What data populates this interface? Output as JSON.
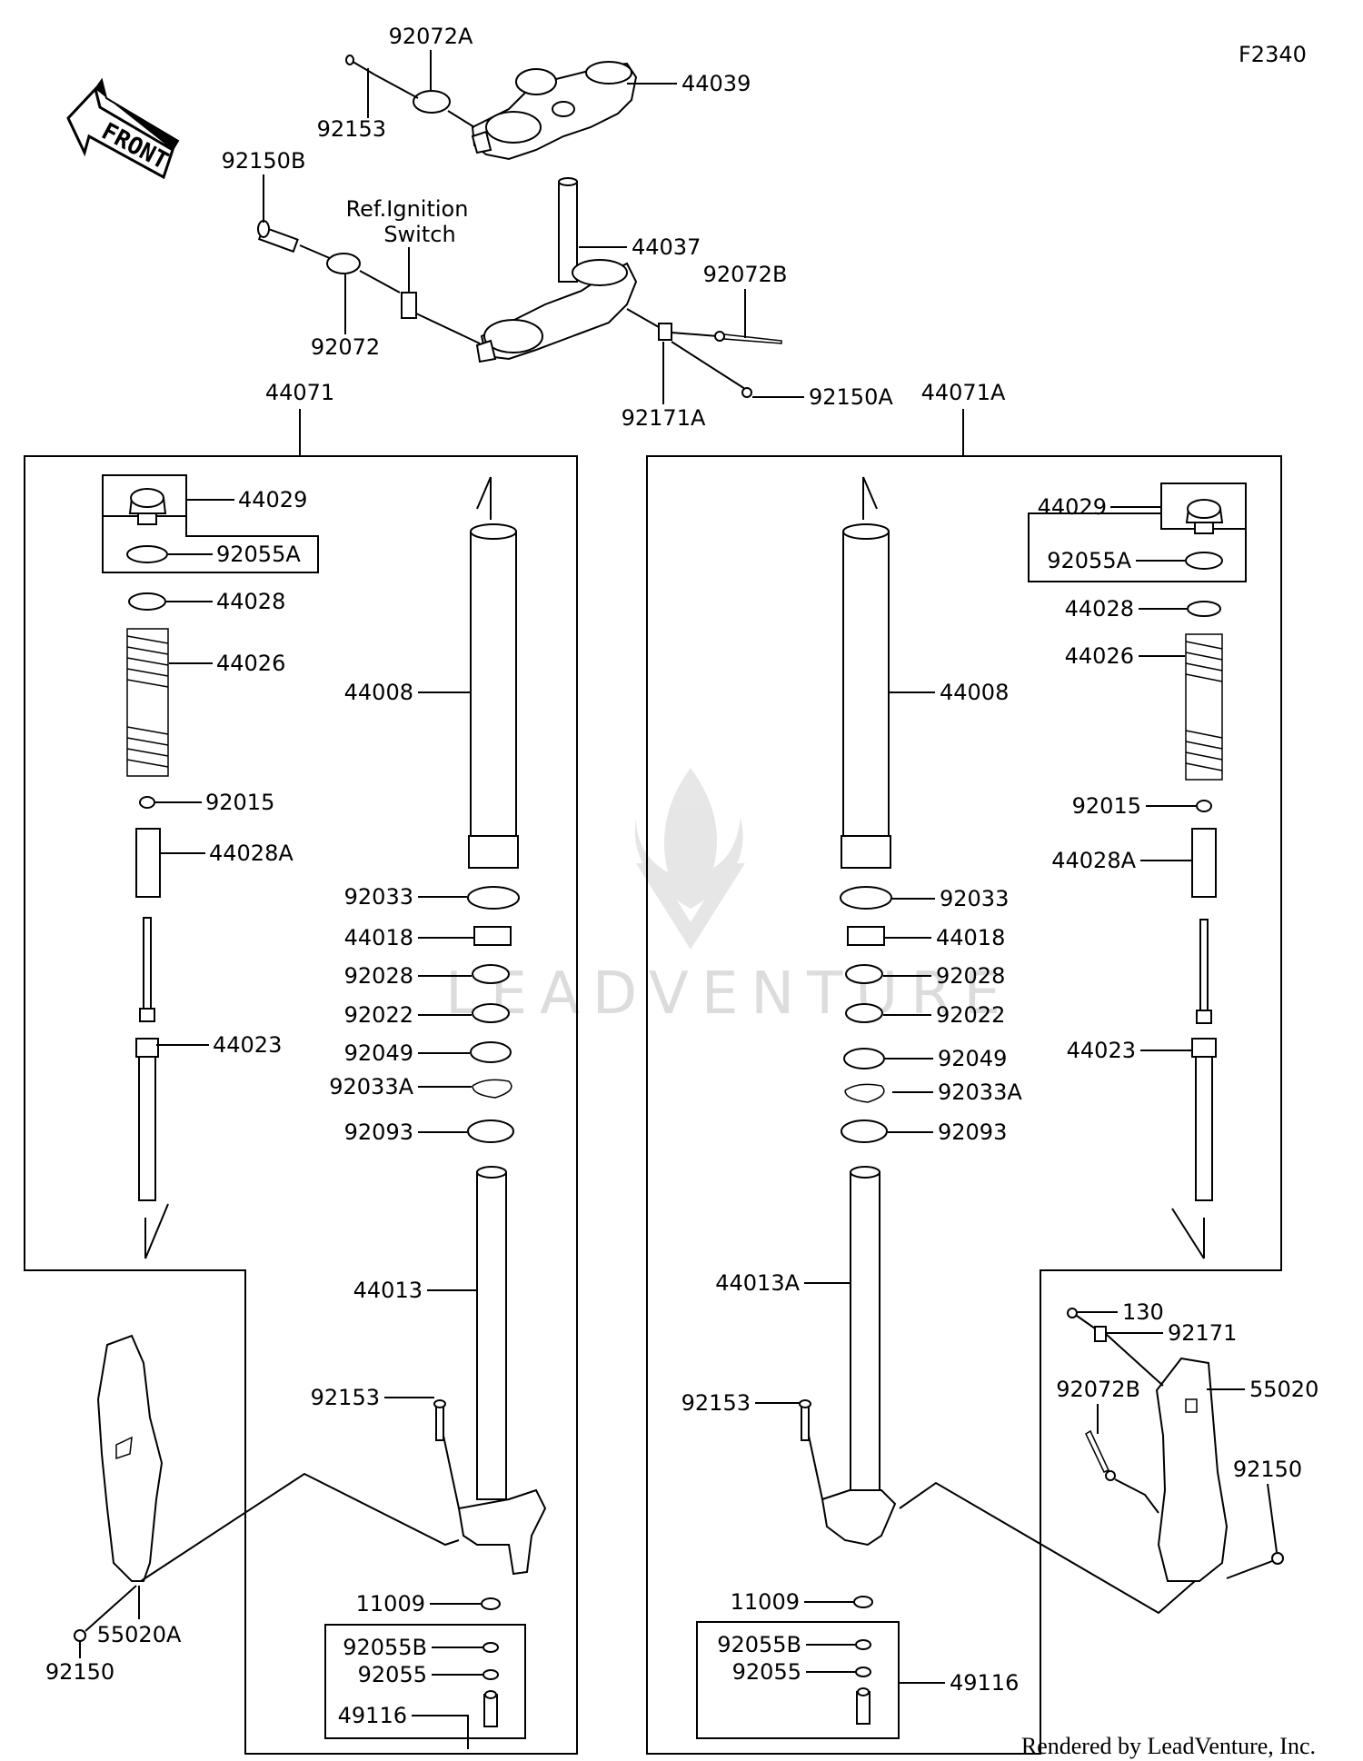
{
  "figure_code": "F2340",
  "front_label": "FRONT",
  "ref_note": {
    "line1": "Ref.Ignition",
    "line2": "Switch"
  },
  "watermark": "LEADVENTURE",
  "footer": "Rendered by LeadVenture, Inc.",
  "labels": {
    "top_92072A": "92072A",
    "top_44039": "44039",
    "top_92153": "92153",
    "top_92150B": "92150B",
    "top_44037": "44037",
    "top_92072B": "92072B",
    "top_92072": "92072",
    "top_92171A": "92171A",
    "top_92150A": "92150A",
    "asm_left": "44071",
    "asm_right": "44071A",
    "L_44029": "44029",
    "L_92055A": "92055A",
    "L_44028": "44028",
    "L_44026": "44026",
    "L_92015": "92015",
    "L_44028A": "44028A",
    "L_44023": "44023",
    "L_44008": "44008",
    "L_92033": "92033",
    "L_44018": "44018",
    "L_92028": "92028",
    "L_92022": "92022",
    "L_92049": "92049",
    "L_92033A": "92033A",
    "L_92093": "92093",
    "L_44013": "44013",
    "L_92153": "92153",
    "L_11009": "11009",
    "L_92055B": "92055B",
    "L_92055": "92055",
    "L_49116": "49116",
    "L_55020A": "55020A",
    "L_92150": "92150",
    "R_44029": "44029",
    "R_92055A": "92055A",
    "R_44028": "44028",
    "R_44026": "44026",
    "R_92015": "92015",
    "R_44028A": "44028A",
    "R_44023": "44023",
    "R_44008": "44008",
    "R_92033": "92033",
    "R_44018": "44018",
    "R_92028": "92028",
    "R_92022": "92022",
    "R_92049": "92049",
    "R_92033A": "92033A",
    "R_92093": "92093",
    "R_44013A": "44013A",
    "R_92153": "92153",
    "R_11009": "11009",
    "R_92055B": "92055B",
    "R_92055": "92055",
    "R_49116": "49116",
    "R_130": "130",
    "R_92171": "92171",
    "R_92072B": "92072B",
    "R_55020": "55020",
    "R_92150": "92150"
  }
}
